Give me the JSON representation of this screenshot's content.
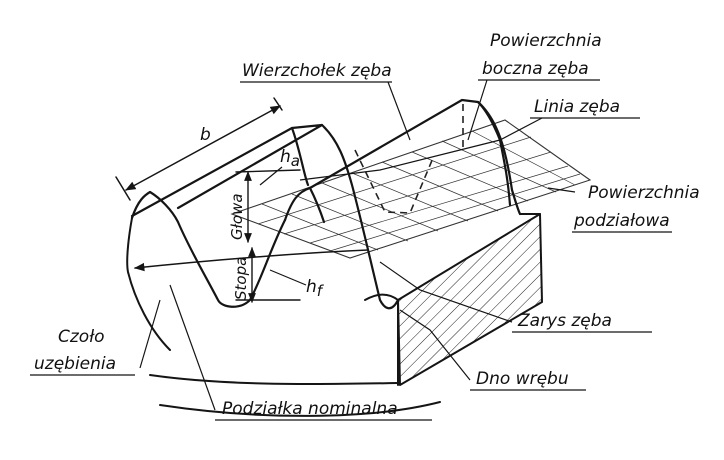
{
  "diagram": {
    "labels": {
      "wierzcholek": "Wierzchołek zęba",
      "powierzchnia_boczna_1": "Powierzchnia",
      "powierzchnia_boczna_2": "boczna zęba",
      "linia_zeba": "Linia zęba",
      "powierzchnia_podzialowa_1": "Powierzchnia",
      "powierzchnia_podzialowa_2": "podziałowa",
      "zarys_zeba": "Zarys zęba",
      "dno_wrebu": "Dno wrębu",
      "czolo_1": "Czoło",
      "czolo_2": "uzębienia",
      "podzialka": "Podziałka nominalna",
      "b": "b",
      "ha_base": "h",
      "ha_sub": "a",
      "hf_base": "h",
      "hf_sub": "f",
      "glowa": "Głowa",
      "stopa": "Stopa"
    }
  }
}
